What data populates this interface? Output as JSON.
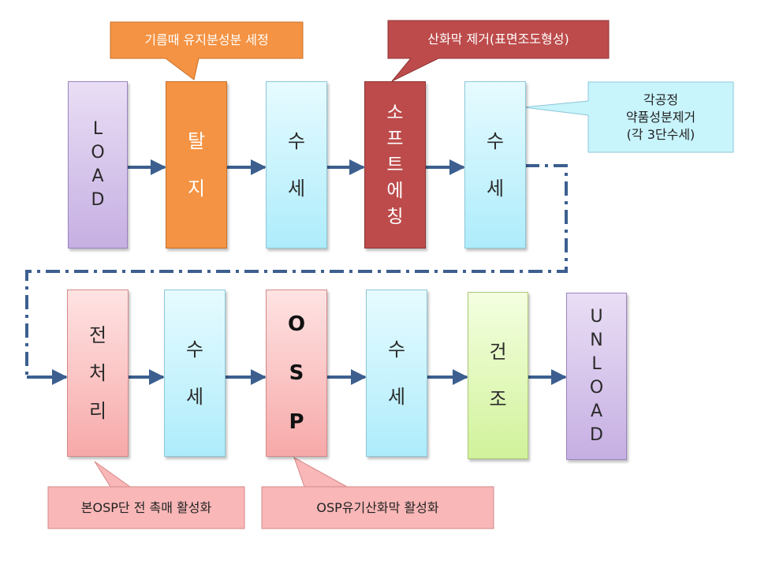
{
  "row1": {
    "load": {
      "chars": [
        "L",
        "O",
        "A",
        "D"
      ]
    },
    "strip": {
      "chars": [
        "탈",
        "지"
      ]
    },
    "rinse1": {
      "chars": [
        "수",
        "세"
      ]
    },
    "softetch": {
      "chars": [
        "소",
        "프",
        "트",
        "에",
        "칭"
      ]
    },
    "rinse2": {
      "chars": [
        "수",
        "세"
      ]
    }
  },
  "row2": {
    "pretreat": {
      "chars": [
        "전",
        "처",
        "리"
      ]
    },
    "rinse3": {
      "chars": [
        "수",
        "세"
      ]
    },
    "osp": {
      "chars": [
        "O",
        "S",
        "P"
      ]
    },
    "rinse4": {
      "chars": [
        "수",
        "세"
      ]
    },
    "dry": {
      "chars": [
        "건",
        "조"
      ]
    },
    "unload": {
      "chars": [
        "U",
        "N",
        "L",
        "O",
        "A",
        "D"
      ]
    }
  },
  "callouts": {
    "degrease": "기름때 유지분성분 세정",
    "oxide": "산화막 제거(표면조도형성)",
    "rinse_note": [
      "각공정",
      "약품성분제거",
      "(각 3단수세)"
    ],
    "catalyst": "본OSP단 전 촉매 활성화",
    "osp_activation": "OSP유기산화막 활성화"
  },
  "colors": {
    "arrow": "#3c5f8f",
    "orange": "#f49343",
    "red": "#bd4b4b",
    "cyan": "#aeecfb",
    "pink": "#f7a9a9",
    "lavender": "#c6afe2",
    "green": "#d1f29b"
  }
}
